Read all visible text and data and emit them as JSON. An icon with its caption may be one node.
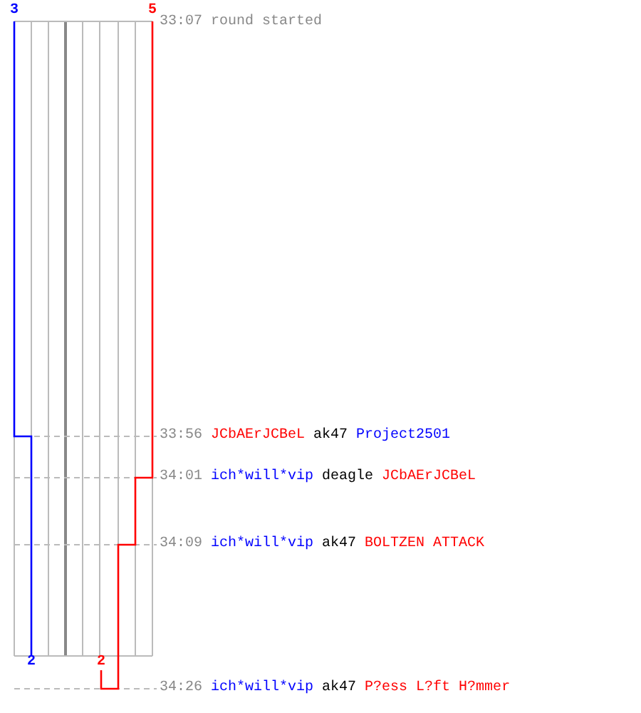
{
  "diagram": {
    "nodes": [
      {
        "text": [
          "3"
        ]
      },
      {
        "text": [
          "5"
        ]
      },
      {
        "text": [
          "2"
        ]
      },
      {
        "text": [
          "2"
        ]
      }
    ],
    "edges": [
      {
        "from": 0,
        "to": 2,
        "arrow": "none",
        "color": "#0000ff"
      },
      {
        "from": 1,
        "to": 3,
        "arrow": "none",
        "color": "#ff0000"
      }
    ],
    "labels": [
      "33:07 round started",
      "33:56",
      "JCbAErJCBeL",
      "ak47",
      "Project2501",
      "34:01",
      "ich*will*vip",
      "deagle",
      "JCbAErJCBeL",
      "34:09",
      "ich*will*vip",
      "ak47",
      "BOLTZEN ATTACK",
      "34:26",
      "ich*will*vip",
      "ak47",
      "P?ess L?ft H?mmer"
    ]
  }
}
